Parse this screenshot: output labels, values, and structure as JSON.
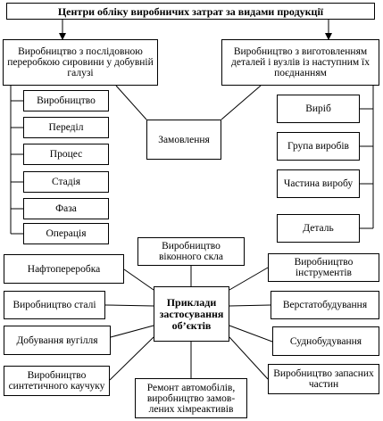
{
  "title": "Центри обліку виробничих затрат за видами продукції",
  "left_group": {
    "header": "Виробництво з послідовною переробкою сировини у добувній галузі",
    "items": [
      "Виробництво",
      "Переділ",
      "Процес",
      "Стадія",
      "Фаза",
      "Операція"
    ]
  },
  "right_group": {
    "header": "Виробництво з виготовленням деталей і вузлів із наступним їх поєднанням",
    "items": [
      "Виріб",
      "Група виробів",
      "Частина виробу",
      "Деталь"
    ]
  },
  "middle": "Замовлення",
  "examples": {
    "center": "Приклади застосування об’єктів",
    "top": "Виробництво віконного скла",
    "bottom": "Ремонт автомобілів, виробництво замов-лених хімреактивів",
    "left": [
      "Нафтопереробка",
      "Виробництво сталі",
      "Добування вугілля",
      "Виробництво синтетичного каучуку"
    ],
    "right": [
      "Виробництво інструментів",
      "Верстатобудування",
      "Суднобудування",
      "Виробництво запасних частин"
    ]
  }
}
